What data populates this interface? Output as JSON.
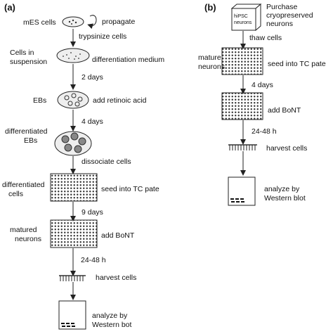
{
  "panel_a": {
    "label": "(a)",
    "mes_cells": "mES cells",
    "propagate": "propagate",
    "trypsinize": "trypsinize cells",
    "cells_in": "Cells in",
    "suspension": "suspension",
    "diff_medium": "differentiation medium",
    "two_days": "2 days",
    "ebs": "EBs",
    "retinoic": "add retinoic acid",
    "four_days": "4 days",
    "differentiated": "differentiated",
    "ebs2": "EBs",
    "dissociate": "dissociate cells",
    "diff_cells_1": "differentiated",
    "diff_cells_2": "cells",
    "seed": "seed into TC pate",
    "nine_days": "9 days",
    "matured_1": "matured",
    "matured_2": "neurons",
    "add_bont": "add BoNT",
    "hours": "24-48 h",
    "harvest": "harvest cells",
    "analyze_1": "analyze by",
    "analyze_2": "Western bot"
  },
  "panel_b": {
    "label": "(b)",
    "box_1": "hiPSC",
    "box_2": "neurons",
    "purchase_1": "Purchase",
    "purchase_2": "cryopreserved",
    "purchase_3": "neurons",
    "thaw": "thaw cells",
    "mature_1": "mature",
    "mature_2": "neurons",
    "seed": "seed into TC pate",
    "four_days": "4 days",
    "add_bont": "add BoNT",
    "hours": "24-48 h",
    "harvest": "harvest cells",
    "analyze_1": "analyze by",
    "analyze_2": "Western blot"
  }
}
